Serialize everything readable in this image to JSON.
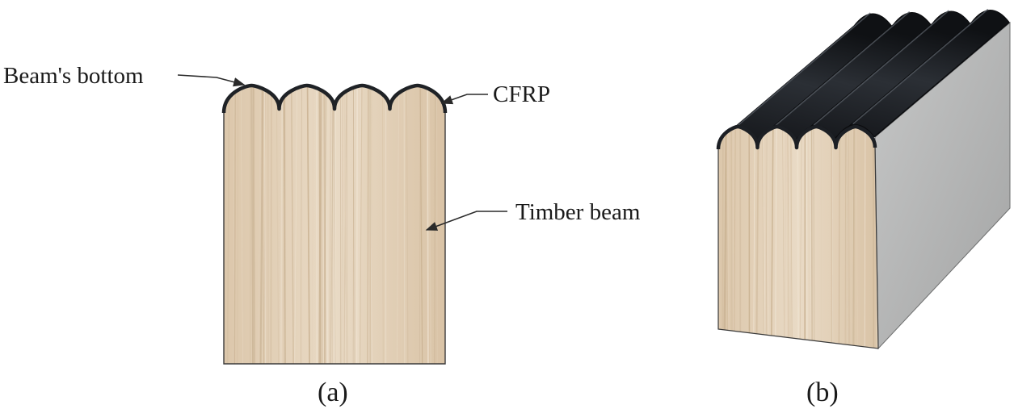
{
  "figure": {
    "panel_a": {
      "caption": "(a)",
      "labels": {
        "beam_bottom": "Beam's bottom",
        "cfrp": "CFRP",
        "timber_beam": "Timber beam"
      }
    },
    "panel_b": {
      "caption": "(b)"
    }
  },
  "colors": {
    "wood_light": "#e8d8c2",
    "wood_mid": "#dcc8ad",
    "wood_grain": "#c9b292",
    "cfrp": "#1c1f24",
    "cfrp_highlight": "#5a6068",
    "side_face": "#adaeae",
    "side_face_light": "#c4c5c5",
    "outline": "#2a2a2a"
  }
}
